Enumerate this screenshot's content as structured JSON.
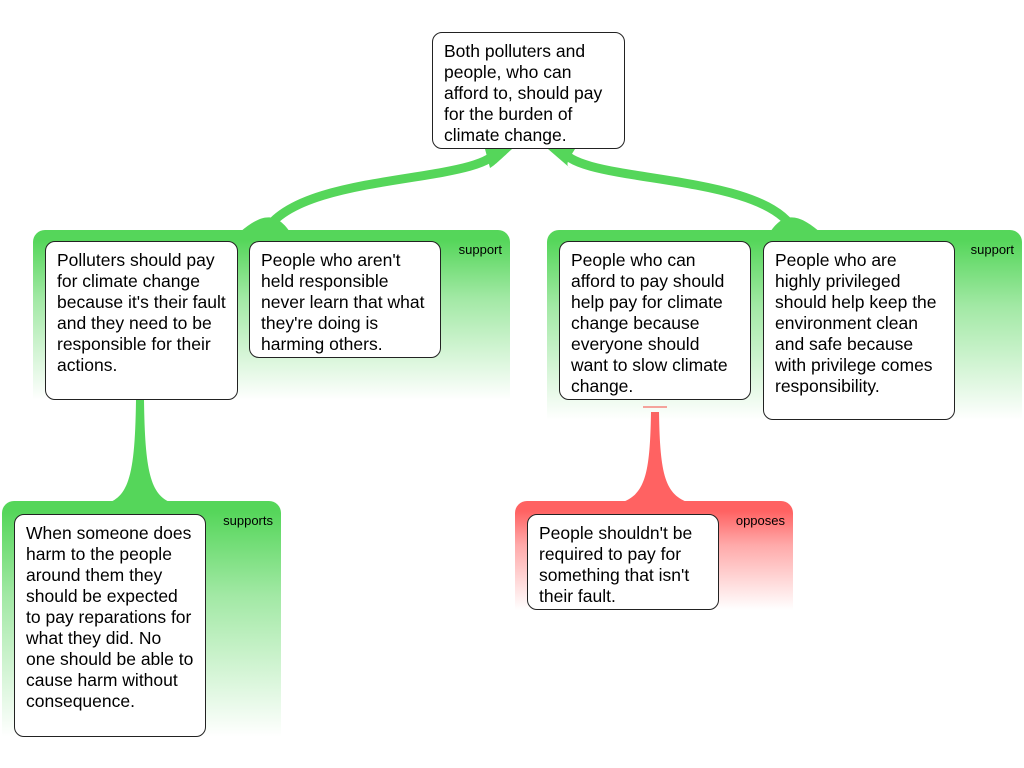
{
  "root": {
    "text": "Both polluters and people, who can afford to, should pay for the burden of climate change."
  },
  "groups": [
    {
      "label": "support",
      "color": "#55d65a"
    },
    {
      "label": "support",
      "color": "#55d65a"
    },
    {
      "label": "supports",
      "color": "#55d65a"
    },
    {
      "label": "opposes",
      "color": "#ff6262"
    }
  ],
  "claims": [
    {
      "text": "Polluters should pay for climate change because it's their fault and they need to be responsible for their actions."
    },
    {
      "text": "People who aren't held responsible never learn that what they're doing is harming others."
    },
    {
      "text": "People who can afford to pay should help pay for climate change because everyone should want to slow climate change."
    },
    {
      "text": "People who are highly privileged should help keep the environment clean and safe because with privilege comes responsibility."
    },
    {
      "text": "When someone does harm to the people around them they should be expected to pay reparations for what they did. No one should be able to cause harm without consequence."
    },
    {
      "text": "People shouldn't be required to pay for something that isn't their fault."
    }
  ]
}
